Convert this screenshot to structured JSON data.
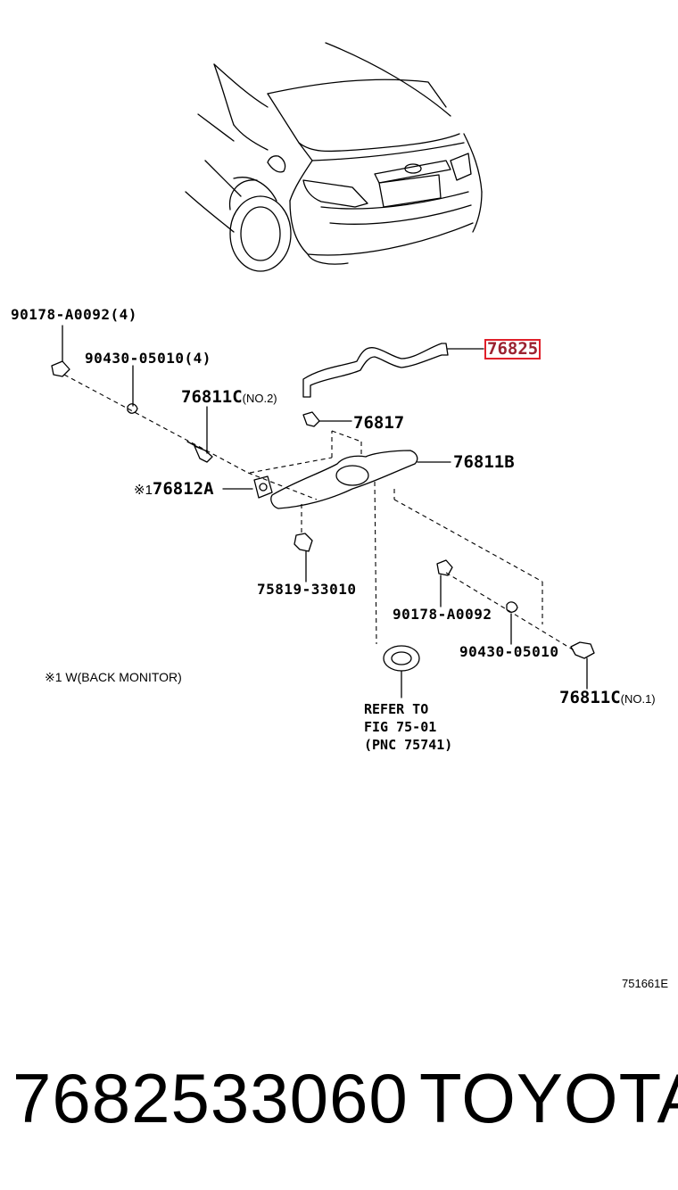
{
  "parts": {
    "p90178_a0092_4": "90178-A0092(4)",
    "p90430_05010_4": "90430-05010(4)",
    "p76811c_no2_num": "76811C",
    "p76811c_no2_suffix": "(NO.2)",
    "p76825": "76825",
    "p76817": "76817",
    "p76811b": "76811B",
    "p76812a_mark": "※1",
    "p76812a": "76812A",
    "p75819": "75819-33010",
    "p90178_a0092": "90178-A0092",
    "p90430_05010": "90430-05010",
    "p76811c_no1_num": "76811C",
    "p76811c_no1_suffix": "(NO.1)"
  },
  "reference": {
    "line1": "REFER TO",
    "line2": "FIG 75-01",
    "line3": "(PNC 75741)"
  },
  "note": "※1 W(BACK MONITOR)",
  "figure_code": "751661E",
  "footer": {
    "part_number": "7682533060",
    "brand": "TOYOTA"
  },
  "colors": {
    "highlight_border": "#e0202a",
    "highlight_text": "#9a2230"
  }
}
